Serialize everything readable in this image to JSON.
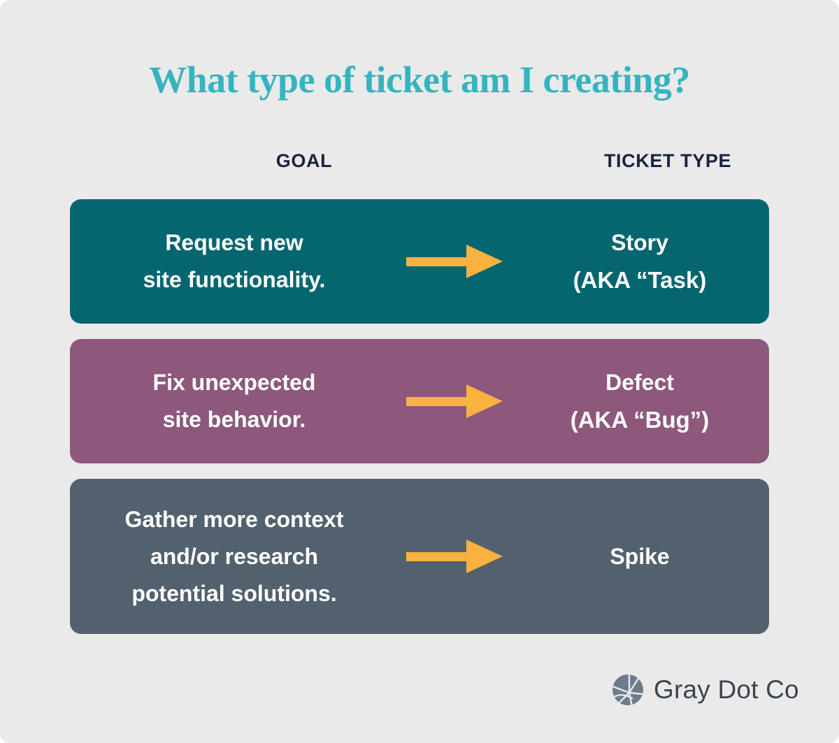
{
  "page": {
    "background_color": "#eaeaea",
    "title": "What type of ticket am I creating?",
    "title_color": "#35b4c0"
  },
  "table": {
    "headers": {
      "goal": "GOAL",
      "ticket_type": "TICKET TYPE",
      "header_color": "#1b2342"
    },
    "arrow": {
      "icon": "arrow-right-icon",
      "color": "#f9b13f"
    },
    "rows": [
      {
        "goal_line_1": "Request new",
        "goal_line_2": "site functionality.",
        "type_line_1": "Story",
        "type_line_2": "(AKA “Task)",
        "background_color": "#056670",
        "text_color": "#ffffff"
      },
      {
        "goal_line_1": "Fix unexpected",
        "goal_line_2": "site behavior.",
        "type_line_1": "Defect",
        "type_line_2": "(AKA “Bug”)",
        "background_color": "#8d587c",
        "text_color": "#ffffff"
      },
      {
        "goal_line_1": "Gather more context",
        "goal_line_2": "and/or research",
        "goal_line_3": "potential solutions.",
        "type_line_1": "Spike",
        "type_line_2": "",
        "background_color": "#53616f",
        "text_color": "#ffffff"
      }
    ]
  },
  "logo": {
    "mark_icon": "gray-dot-circle-logo-icon",
    "mark_color": "#6d7c8c",
    "text": "Gray Dot Co",
    "text_color": "#3d444d"
  }
}
